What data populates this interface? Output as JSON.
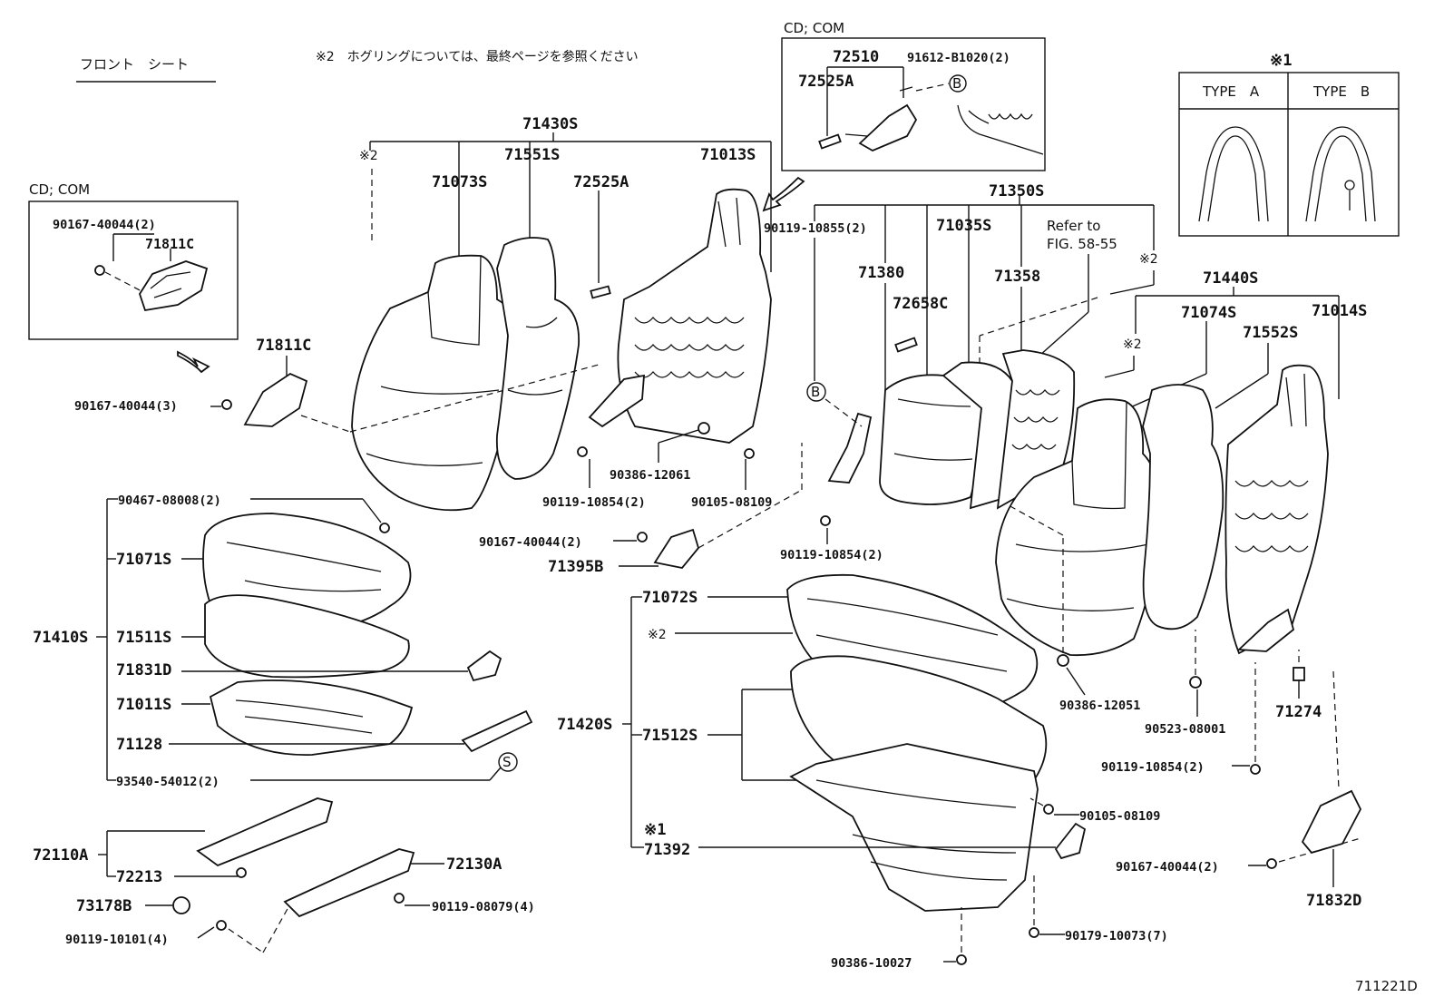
{
  "title": "フロント　シート",
  "note_header": "※2　ホグリングについては、最終ページを参照ください",
  "figure_id": "711221D",
  "cd_com_label": "CD; COM",
  "cd_com_label_top": "CD; COM",
  "inset_left": {
    "bolt": "90167-40044(2)",
    "part": "71811C"
  },
  "inset_top": {
    "p1": "72510",
    "p2": "72525A",
    "p3": "91612-B1020(2)",
    "marker": "B"
  },
  "type_box": {
    "header": "※1",
    "type_a": "TYPE　A",
    "type_b": "TYPE　B"
  },
  "markers": {
    "b1": "B",
    "b2": "B",
    "s": "S"
  },
  "refer": {
    "line1": "Refer to",
    "line2": "FIG. 58-55"
  },
  "kome2": "※2",
  "kome1": "※1",
  "parts": {
    "p71430S": "71430S",
    "p71073S": "71073S",
    "p71551S": "71551S",
    "p72525A": "72525A",
    "p71013S": "71013S",
    "p71811C": "71811C",
    "p90167_3": "90167-40044(3)",
    "p90386_12061": "90386-12061",
    "p90119_10854_a": "90119-10854(2)",
    "p90105_08109_a": "90105-08109",
    "p90467": "90467-08008(2)",
    "p71071S": "71071S",
    "p71410S": "71410S",
    "p71511S": "71511S",
    "p71831D": "71831D",
    "p71011S": "71011S",
    "p71128": "71128",
    "p93540": "93540-54012(2)",
    "p72110A": "72110A",
    "p72213": "72213",
    "p72130A": "72130A",
    "p73178B": "73178B",
    "p90119_08079": "90119-08079(4)",
    "p90119_10101": "90119-10101(4)",
    "p71350S": "71350S",
    "p90119_10855": "90119-10855(2)",
    "p71380": "71380",
    "p71035S": "71035S",
    "p72658C": "72658C",
    "p71358": "71358",
    "p71440S": "71440S",
    "p71074S": "71074S",
    "p71014S": "71014S",
    "p71552S": "71552S",
    "p90167_2a": "90167-40044(2)",
    "p71395B": "71395B",
    "p90119_10854_b": "90119-10854(2)",
    "p71072S": "71072S",
    "p71420S": "71420S",
    "p71512S": "71512S",
    "p71392": "71392",
    "p90386_12051": "90386-12051",
    "p90523": "90523-08001",
    "p71274": "71274",
    "p90119_10854_c": "90119-10854(2)",
    "p90105_08109_b": "90105-08109",
    "p90167_2b": "90167-40044(2)",
    "p71832D": "71832D",
    "p90179": "90179-10073(7)",
    "p90386_10027": "90386-10027"
  }
}
